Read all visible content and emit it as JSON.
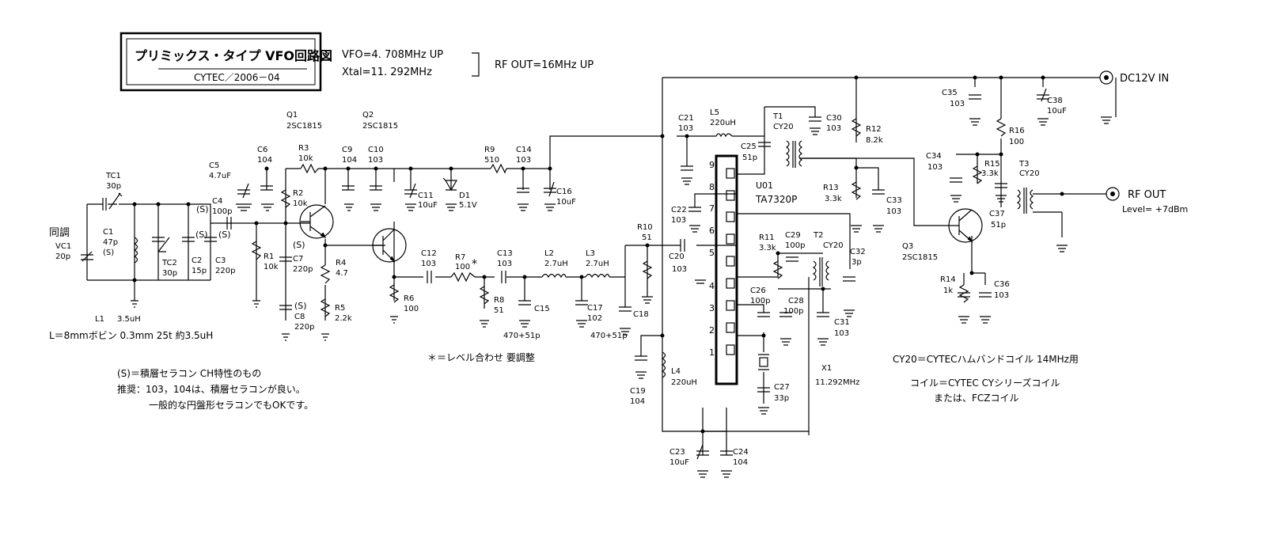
{
  "title_box": {
    "title": "プリミックス・タイプ VFO回路図",
    "credit": "CYTEC／2006－04"
  },
  "freq_plan": {
    "vfo": "VFO=4. 708MHz UP",
    "xtal": "Xtal=11. 292MHz",
    "rf_out": "RF OUT=16MHz UP"
  },
  "ports": {
    "dc_in": "DC12V IN",
    "rf_out": "RF OUT",
    "level": "Level= +7dBm"
  },
  "tuning_label": "同調",
  "parts": {
    "tc1": {
      "ref": "TC1",
      "val": "30p"
    },
    "c1": {
      "ref": "C1",
      "val": "47p",
      "note": "(S)"
    },
    "vc1": {
      "ref": "VC1",
      "val": "20p"
    },
    "l1": {
      "ref": "L1",
      "val": "3.5uH"
    },
    "tc2": {
      "ref": "TC2",
      "val": "30p"
    },
    "c2": {
      "ref": "C2",
      "val": "15p"
    },
    "c3": {
      "ref": "C3",
      "val": "220p"
    },
    "c4": {
      "ref": "C4",
      "val": "100p"
    },
    "c5": {
      "ref": "C5",
      "val": "4.7uF"
    },
    "c6": {
      "ref": "C6",
      "val": "104"
    },
    "r3": {
      "ref": "R3",
      "val": "10k"
    },
    "r2": {
      "ref": "R2",
      "val": "10k"
    },
    "r1": {
      "ref": "R1",
      "val": "10k"
    },
    "c7": {
      "ref": "C7",
      "val": "220p"
    },
    "c8": {
      "ref": "C8",
      "val": "220p"
    },
    "r4": {
      "ref": "R4",
      "val": "4.7"
    },
    "r5": {
      "ref": "R5",
      "val": "2.2k"
    },
    "q1": {
      "ref": "Q1",
      "val": "2SC1815"
    },
    "q2": {
      "ref": "Q2",
      "val": "2SC1815"
    },
    "c9": {
      "ref": "C9",
      "val": "104"
    },
    "c10": {
      "ref": "C10",
      "val": "103"
    },
    "c11": {
      "ref": "C11",
      "val": "10uF"
    },
    "d1": {
      "ref": "D1",
      "val": "5.1V"
    },
    "r6": {
      "ref": "R6",
      "val": "100"
    },
    "r9": {
      "ref": "R9",
      "val": "510"
    },
    "c14": {
      "ref": "C14",
      "val": "103"
    },
    "c16": {
      "ref": "C16",
      "val": "10uF"
    },
    "c12": {
      "ref": "C12",
      "val": "103"
    },
    "r7": {
      "ref": "R7",
      "val": "100"
    },
    "r8": {
      "ref": "R8",
      "val": "51"
    },
    "c13": {
      "ref": "C13",
      "val": "103"
    },
    "c15": {
      "ref": "C15",
      "val": "470+51p"
    },
    "l2": {
      "ref": "L2",
      "val": "2.7uH"
    },
    "l3": {
      "ref": "L3",
      "val": "2.7uH"
    },
    "c17": {
      "ref": "C17",
      "val": "102"
    },
    "c18": {
      "ref": "C18",
      "val": "470+51p"
    },
    "r10": {
      "ref": "R10",
      "val": "51"
    },
    "c20": {
      "ref": "C20",
      "val": "103"
    },
    "c19": {
      "ref": "C19",
      "val": "104"
    },
    "l4": {
      "ref": "L4",
      "val": "220uH"
    },
    "c21": {
      "ref": "C21",
      "val": "103"
    },
    "l5": {
      "ref": "L5",
      "val": "220uH"
    },
    "c22": {
      "ref": "C22",
      "val": "103"
    },
    "c23": {
      "ref": "C23",
      "val": "10uF"
    },
    "c24": {
      "ref": "C24",
      "val": "104"
    },
    "t1": {
      "ref": "T1",
      "val": "CY20"
    },
    "c25": {
      "ref": "C25",
      "val": "51p"
    },
    "c30": {
      "ref": "C30",
      "val": "103"
    },
    "u01": {
      "ref": "U01",
      "val": "TA7320P"
    },
    "r11": {
      "ref": "R11",
      "val": "3.3k"
    },
    "c29": {
      "ref": "C29",
      "val": "100p"
    },
    "t2": {
      "ref": "T2",
      "val": "CY20"
    },
    "c32": {
      "ref": "C32",
      "val": "3p"
    },
    "c26": {
      "ref": "C26",
      "val": "100p"
    },
    "c28": {
      "ref": "C28",
      "val": "100p"
    },
    "c31": {
      "ref": "C31",
      "val": "103"
    },
    "c27": {
      "ref": "C27",
      "val": "33p"
    },
    "x1": {
      "ref": "X1",
      "val": "11.292MHz"
    },
    "r12": {
      "ref": "R12",
      "val": "8.2k"
    },
    "r13": {
      "ref": "R13",
      "val": "3.3k"
    },
    "c33": {
      "ref": "C33",
      "val": "103"
    },
    "c35": {
      "ref": "C35",
      "val": "103"
    },
    "c38": {
      "ref": "C38",
      "val": "10uF"
    },
    "r16": {
      "ref": "R16",
      "val": "100"
    },
    "c34": {
      "ref": "C34",
      "val": "103"
    },
    "r15": {
      "ref": "R15",
      "val": "3.3k"
    },
    "t3": {
      "ref": "T3",
      "val": "CY20"
    },
    "c37": {
      "ref": "C37",
      "val": "51p"
    },
    "q3": {
      "ref": "Q3",
      "val": "2SC1815"
    },
    "r14": {
      "ref": "R14",
      "val": "1k"
    },
    "c36": {
      "ref": "C36",
      "val": "103"
    }
  },
  "pins": [
    "9",
    "8",
    "7",
    "6",
    "5",
    "4",
    "3",
    "2",
    "1"
  ],
  "s_mark": "(S)",
  "star_mark": "*",
  "notes": {
    "coil": "L＝8mmボビン 0.3mm 25t 約3.5uH",
    "ceramic": "(S)＝積層セラコン CH特性のもの",
    "rec1": "推奨：103，104は、積層セラコンが良い。",
    "rec2": "一般的な円盤形セラコンでもOKです。",
    "level": "＊＝レベル合わせ 要調整",
    "cy20": "CY20＝CYTECハムバンドコイル 14MHz用",
    "coil2": "コイル＝CYTEC CYシリーズコイル",
    "coil3": "または、FCZコイル"
  }
}
